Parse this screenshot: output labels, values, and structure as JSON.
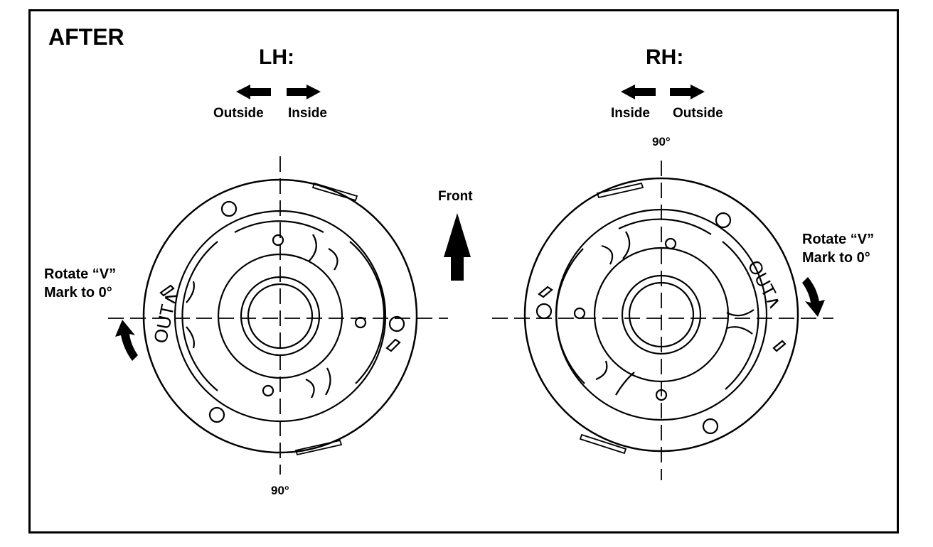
{
  "title": "AFTER",
  "left_view": {
    "heading": "LH:",
    "arrow_left_label": "Outside",
    "arrow_right_label": "Inside",
    "angle_label": "90°",
    "rotate_line1": "Rotate “V”",
    "rotate_line2": "Mark to 0°",
    "part_marking": "OUT∧"
  },
  "right_view": {
    "heading": "RH:",
    "arrow_left_label": "Inside",
    "arrow_right_label": "Outside",
    "angle_label": "90°",
    "rotate_line1": "Rotate “V”",
    "rotate_line2": "Mark to 0°",
    "part_marking": "OUT∧"
  },
  "front_label": "Front",
  "colors": {
    "line": "#000000",
    "background": "#ffffff"
  }
}
